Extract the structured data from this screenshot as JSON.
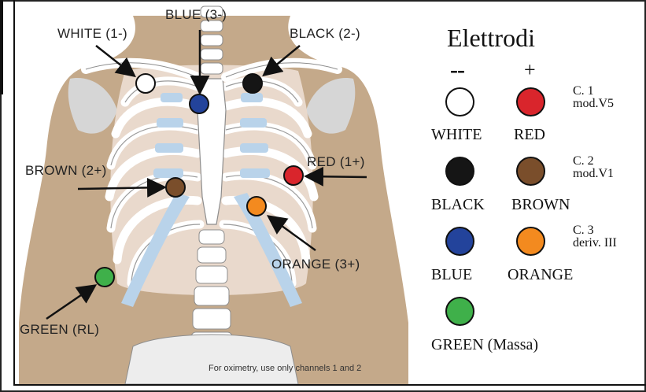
{
  "labels": {
    "white": "WHITE (1-)",
    "blue": "BLUE (3-)",
    "black": "BLACK (2-)",
    "brown": "BROWN (2+)",
    "red": "RED (1+)",
    "orange": "ORANGE (3+)",
    "green": "GREEN (RL)"
  },
  "footnote": "For oximetry, use only channels 1 and 2",
  "legend": {
    "title": "Elettrodi",
    "minus_symbol": "--",
    "plus_symbol": "+",
    "rows": [
      {
        "left_name": "WHITE",
        "right_name": "RED",
        "channel": "C. 1",
        "channel_desc": "mod.V5"
      },
      {
        "left_name": "BLACK",
        "right_name": "BROWN",
        "channel": "C. 2",
        "channel_desc": "mod.V1"
      },
      {
        "left_name": "BLUE",
        "right_name": "ORANGE",
        "channel": "C. 3",
        "channel_desc": "deriv. III"
      }
    ],
    "ground": "GREEN (Massa)"
  },
  "colors": {
    "white": "#ffffff",
    "blue": "#23439b",
    "black": "#151515",
    "red": "#d9252c",
    "brown": "#7a4e2b",
    "orange": "#f38a1f",
    "green": "#3fb04a",
    "skin": "#c4a98a",
    "bone": "#f2f2f2",
    "cartilage": "#b9d3ea"
  }
}
